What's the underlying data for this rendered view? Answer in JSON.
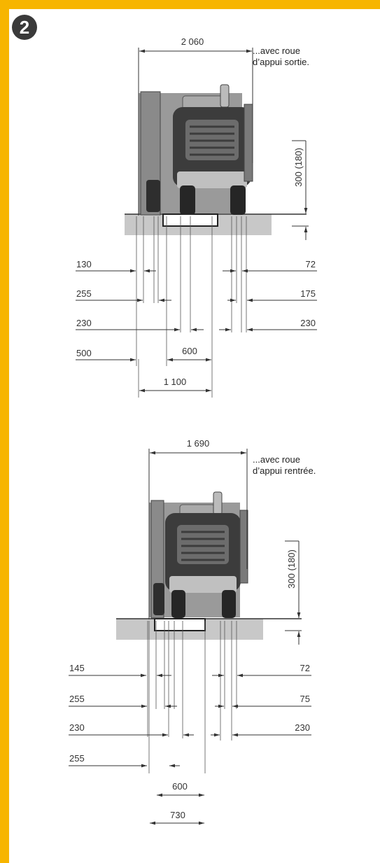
{
  "badge": "2",
  "top": {
    "total_width": "2 060",
    "caption_line1": "...avec roue",
    "caption_line2": "d’appui sortie.",
    "height": "300 (180)",
    "left": [
      "130",
      "255",
      "230",
      "500"
    ],
    "right": [
      "72",
      "175",
      "230"
    ],
    "mid": "600",
    "bottom": "1 100"
  },
  "bottom": {
    "total_width": "1 690",
    "caption_line1": "...avec roue",
    "caption_line2": "d’appui rentrée.",
    "height": "300 (180)",
    "left": [
      "145",
      "255",
      "230",
      "255"
    ],
    "right": [
      "72",
      "75",
      "230"
    ],
    "mid": "600",
    "bottom": "730"
  },
  "colors": {
    "border": "#f7b500",
    "machine_body": "#7d7d7d",
    "ground": "#c8c8c8",
    "line": "#333333"
  }
}
